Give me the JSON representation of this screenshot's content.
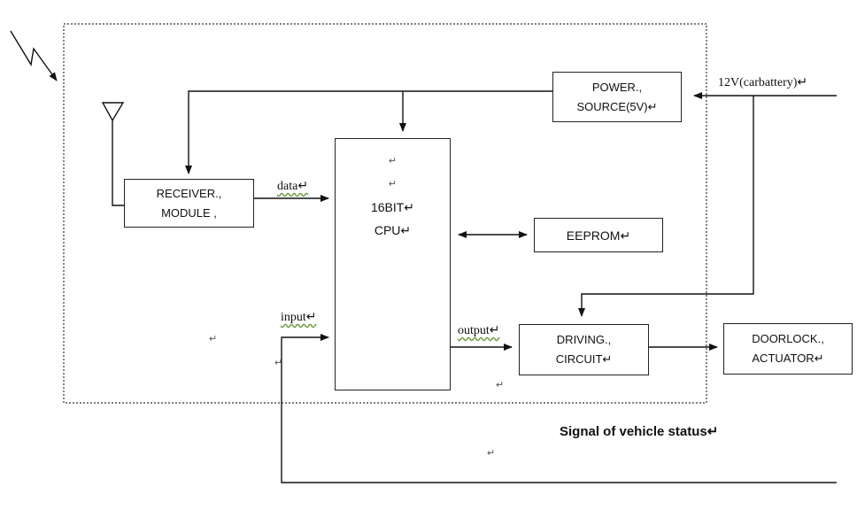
{
  "blocks": {
    "power": [
      "POWER.,",
      "SOURCE(5V)↵"
    ],
    "receiver": [
      "RECEIVER.,",
      "MODULE ,"
    ],
    "cpu": [
      "↵",
      "↵",
      "16BIT↵",
      "CPU↵"
    ],
    "eeprom": [
      "EEPROM↵"
    ],
    "driving": [
      "DRIVING.,",
      "CIRCUIT↵"
    ],
    "doorlock": [
      "DOORLOCK.,",
      "ACTUATOR↵"
    ]
  },
  "labels": {
    "battery": "12V(carbattery)↵",
    "data": "data↵",
    "input": "input↵",
    "output": "output↵",
    "signal": "Signal of vehicle status↵"
  },
  "marks": {
    "mark1": "↵",
    "mark2": "↵",
    "mark3": "↵",
    "mark4": "↵"
  }
}
